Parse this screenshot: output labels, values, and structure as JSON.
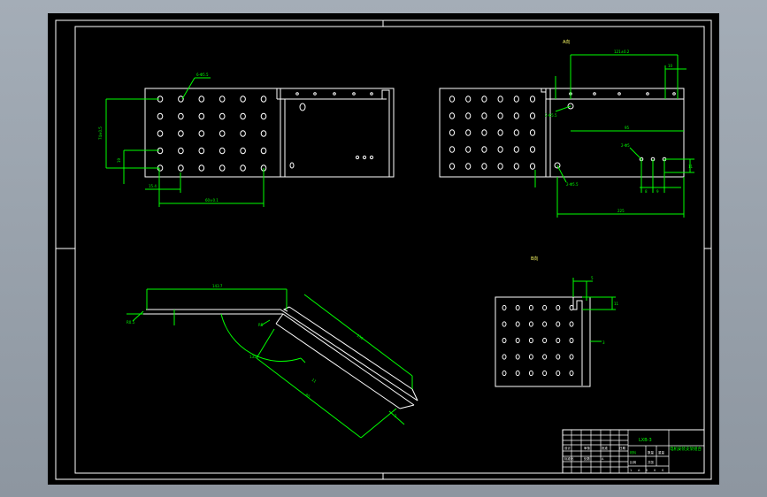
{
  "drawing": {
    "colors": {
      "viewport_bg": "#a4adb7",
      "paper": "#000000",
      "border": "#ffffff",
      "dimension": "#00ff00",
      "geometry": "#ffffff",
      "label": "#ffff66"
    },
    "view_labels": {
      "top_right": "A向",
      "mid_right": "B向"
    },
    "dimensions": {
      "left_view_hole_note": "6-Φ5.5",
      "left_view_height": "74±0.5",
      "left_view_step": "19",
      "left_view_bottom": "15.4",
      "left_view_span": "60±0.1",
      "right_view_top_span": "121±0.2",
      "right_view_top_small": "10",
      "right_view_left_note": "2-Φ5.5",
      "right_view_mid": "95",
      "right_view_hole_note": "2-Φ5",
      "right_view_bottom_note": "2-Φ5.5",
      "right_view_bottom_span": "225",
      "right_view_small_a": "8",
      "right_view_small_b": "9",
      "right_view_small_c": "11",
      "bent_top_length": "143.7",
      "bent_left_angle": "R0.5",
      "bent_radius": "R5",
      "bent_angle": "135°",
      "bent_diag_length": "150",
      "bent_width": "85",
      "bent_diag_inner": "11",
      "bent_thickness": "2",
      "b_view_top": "5",
      "b_view_right": "11",
      "b_view_side": "3"
    },
    "title_block": {
      "part_number": "LXB-3",
      "part_name": "电机安装支架组合",
      "material_label": "材料",
      "qty_label": "数量",
      "weight_label": "重量",
      "scale_label": "比例",
      "sheet_label": "共张",
      "designer_label": "设计",
      "checker_label": "审核",
      "approver_label": "批准",
      "date_label": "日期",
      "std_label": "标准化",
      "rev_label": "处数",
      "code_label": "A",
      "grade_values": [
        "1",
        "A",
        "S",
        "0",
        "S"
      ]
    }
  }
}
